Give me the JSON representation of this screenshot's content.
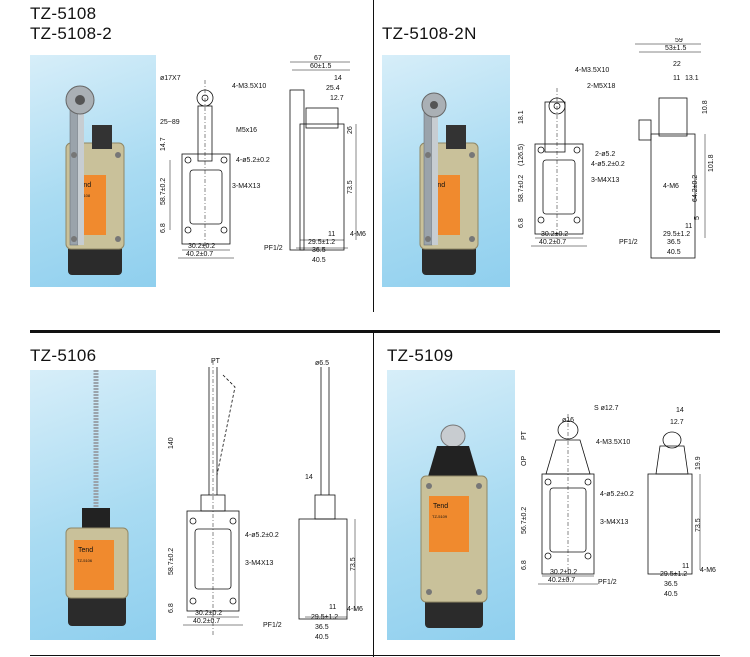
{
  "sections": [
    {
      "models": [
        "TZ-5108",
        "TZ-5108-2"
      ],
      "dims": {
        "roller": "ø17X7",
        "screws_top": "4-M3.5X10",
        "angle": "25~89",
        "arm_w": "M5x16",
        "h1": "14.7",
        "mount_holes": "4-ø5.2±0.2",
        "hole_h": "58.7±0.2",
        "side_screws": "3-M4X13",
        "base_h": "6.8",
        "w1": "30.2±0.2",
        "w2": "40.2±0.7",
        "top_total": "67",
        "top_tol": "60±1.5",
        "r14": "14",
        "r25": "25.4",
        "r12": "12.7",
        "h26": "26",
        "body_h": "73.5",
        "b11": "11",
        "m6": "4-M6",
        "b29": "29.5±1.2",
        "b36": "36.5",
        "b40": "40.5",
        "pf": "PF1/2"
      }
    },
    {
      "models": [
        "TZ-5108-2N"
      ],
      "dims": {
        "top_total": "59",
        "top_tol": "53±1.5",
        "screws_top": "4-M3.5X10",
        "arm_w": "2-M5X18",
        "r22": "22",
        "r11": "11",
        "r13": "13.1",
        "h181": "18.1",
        "h1265": "(126.5)",
        "holes_a": "2-ø5.2",
        "mount_holes": "4-ø5.2±0.2",
        "hole_h": "58.7±0.2",
        "side_screws": "3-M4X13",
        "base_h": "6.8",
        "w1": "30.2±0.2",
        "w2": "40.2±0.7",
        "h108": "10.8",
        "h642": "64.2±0.2",
        "h1018": "101.8",
        "m6": "4-M6",
        "h5": "5",
        "b11": "11",
        "b29": "29.5±1.2",
        "b36": "36.5",
        "b40": "40.5",
        "pf": "PF1/2"
      }
    },
    {
      "models": [
        "TZ-5106"
      ],
      "dims": {
        "pt": "PT",
        "h140": "140",
        "mount_holes": "4-ø5.2±0.2",
        "side_screws": "3-M4X13",
        "hole_h": "58.7±0.2",
        "base_h": "6.8",
        "w1": "30.2±0.2",
        "w2": "40.2±0.7",
        "d65": "ø6.5",
        "r14": "14",
        "body_h": "73.5",
        "b11": "11",
        "m6": "4-M6",
        "b29": "29.5±1.2",
        "b36": "36.5",
        "b40": "40.5",
        "pf": "PF1/2"
      }
    },
    {
      "models": [
        "TZ-5109"
      ],
      "dims": {
        "d16": "ø16",
        "s127": "S ø12.7",
        "pt": "PT",
        "op": "OP",
        "screws_top": "4-M3.5X10",
        "mount_holes": "4-ø5.2±0.2",
        "side_screws": "3-M4X13",
        "hole_h": "56.7±0.2",
        "base_h": "6.8",
        "w1": "30.2±0.2",
        "w2": "40.2±0.7",
        "r14": "14",
        "r127": "12.7",
        "h199": "19.9",
        "body_h": "73.5",
        "b11": "11",
        "m6": "4-M6",
        "b29": "29.5±1.2",
        "b36": "36.5",
        "b40": "40.5",
        "pf": "PF1/2"
      }
    }
  ],
  "label": {
    "brand": "Tend",
    "model_small": [
      "TZ-5108",
      "TZ-5106",
      "TZ-5109"
    ]
  },
  "colors": {
    "photo_bg": "#a9dbf2",
    "body": "#c9c19a",
    "label": "#f08a2e",
    "rule": "#111111"
  }
}
